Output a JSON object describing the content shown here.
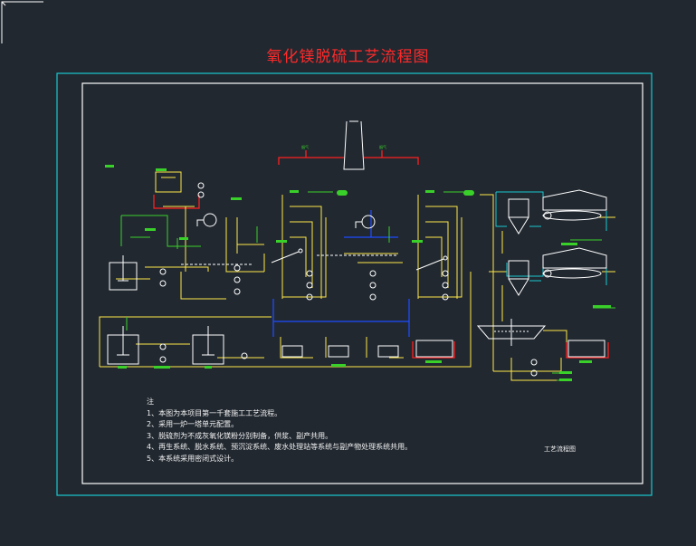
{
  "drawing": {
    "title": "氧化镁脱硫工艺流程图",
    "notes_heading": "注",
    "notes": [
      "1、本图为本项目第一千套施工工艺流程。",
      "2、采用一炉一塔单元配置。",
      "3、脱硫剂为不成灰氧化镁粉分别制备，供浆、副产共用。",
      "4、再生系统、脱水系统、预沉淀系统、废水处理站等系统与副产物处理系统共用。",
      "5、本系统采用密闭式设计。"
    ],
    "caption": "工艺流程图"
  },
  "colors": {
    "background": "#212830",
    "outer_frame": "#19c9cf",
    "inner_frame": "#ffffff",
    "title": "#ff2a2a",
    "process_line": "#ffe84a",
    "equipment": "#ffffff",
    "water_line": "#1e4bff",
    "slurry_line": "#3ad02a",
    "flue_line": "#ff2020",
    "cyan_line": "#19c9cf"
  },
  "icons": [
    "pump-icon",
    "fan-icon",
    "tank-icon",
    "chimney-icon",
    "hydrocyclone-icon",
    "vacuum-belt-filter-icon",
    "thickener-icon",
    "agitator-icon",
    "valve-icon"
  ]
}
